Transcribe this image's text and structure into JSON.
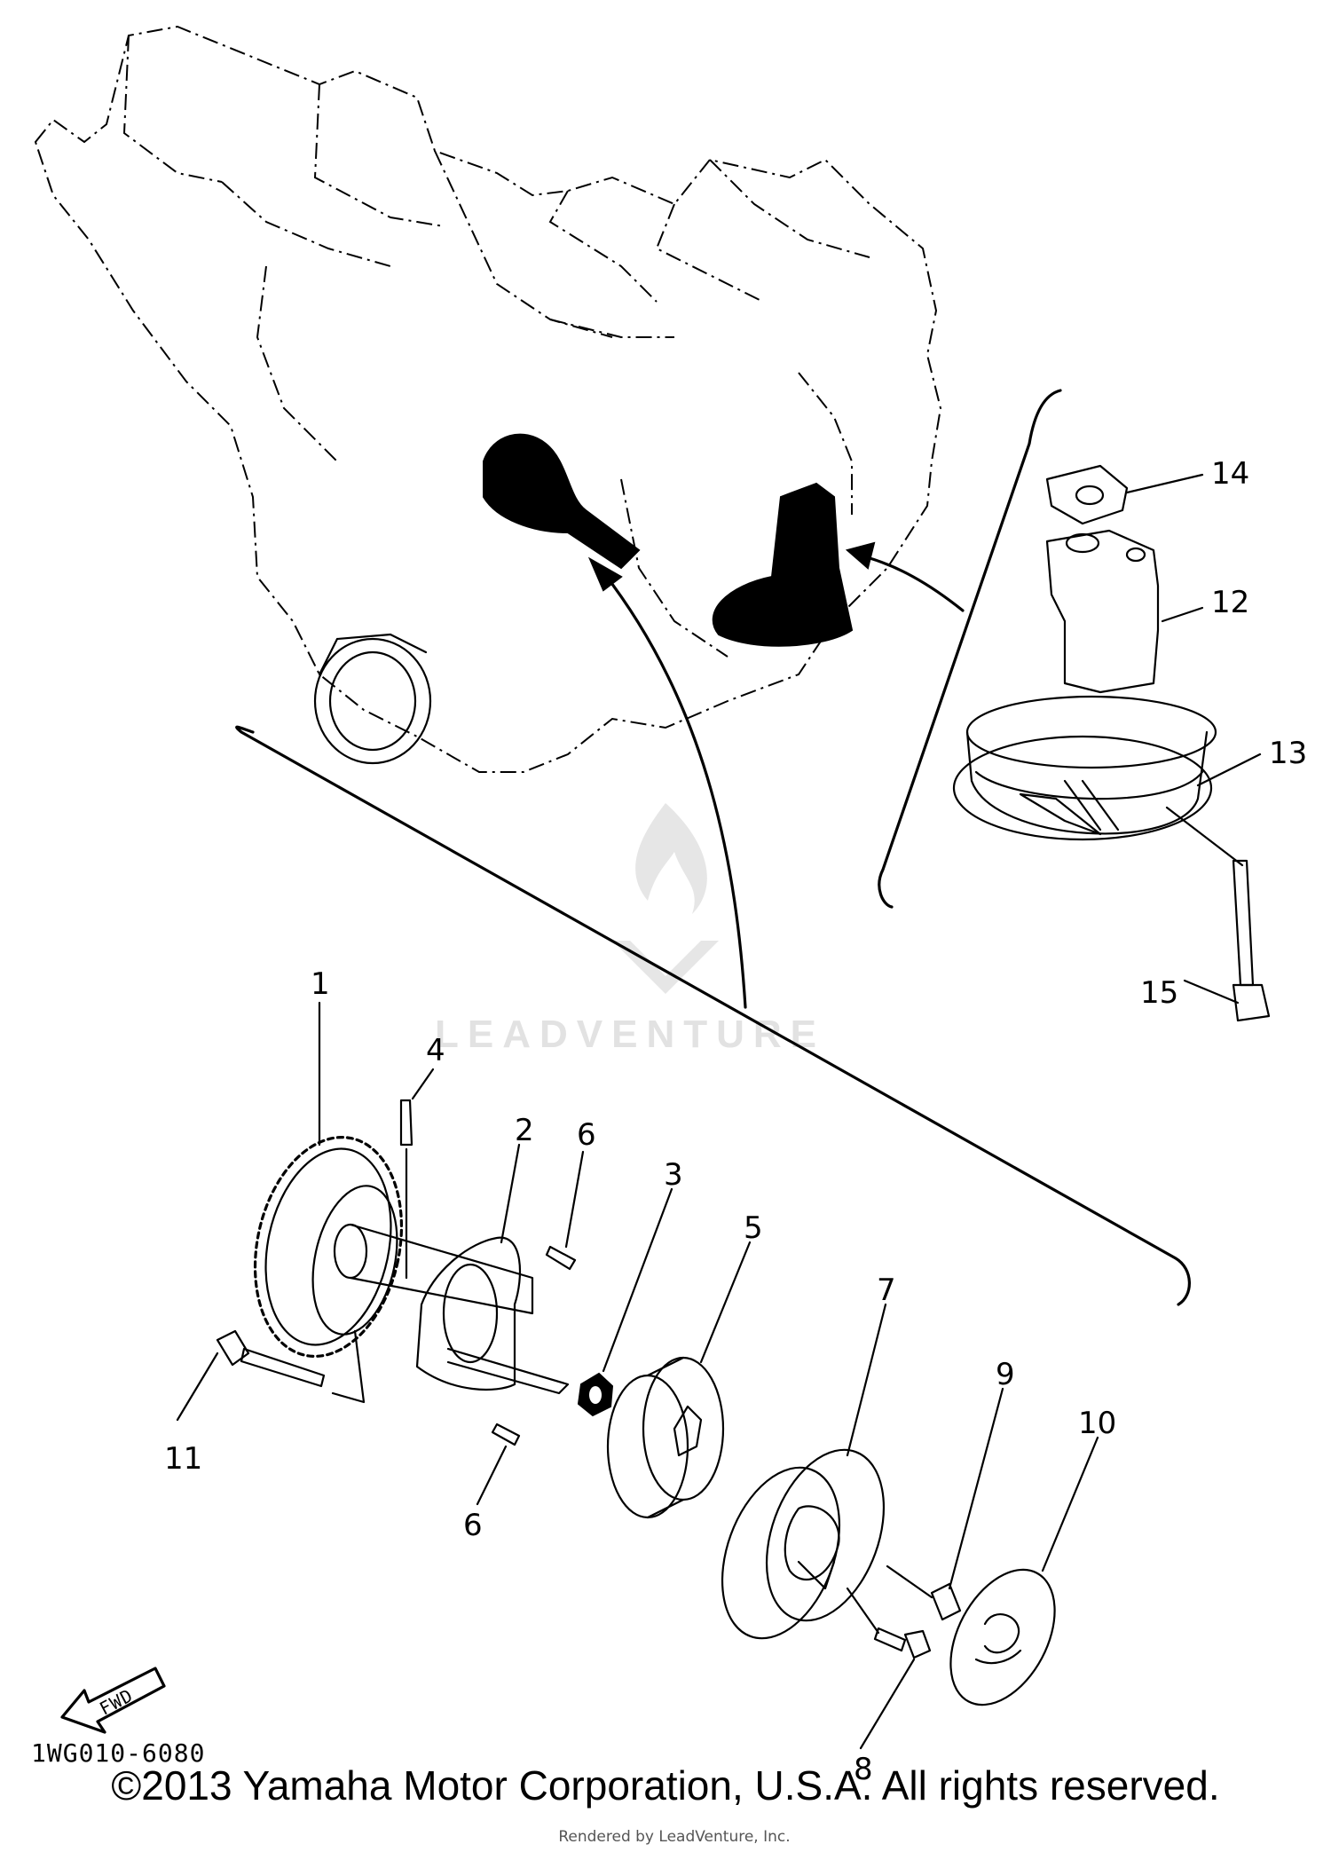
{
  "diagram_code": "1WG010-6080",
  "fwd_label": "FWD",
  "watermark": "LEADVENTURE",
  "copyright": "©2013 Yamaha Motor Corporation, U.S.A. All rights reserved.",
  "rendered_by": "Rendered by LeadVenture, Inc.",
  "callouts": [
    "1",
    "2",
    "3",
    "4",
    "5",
    "6",
    "6",
    "7",
    "8",
    "9",
    "10",
    "11",
    "12",
    "13",
    "14",
    "15"
  ]
}
